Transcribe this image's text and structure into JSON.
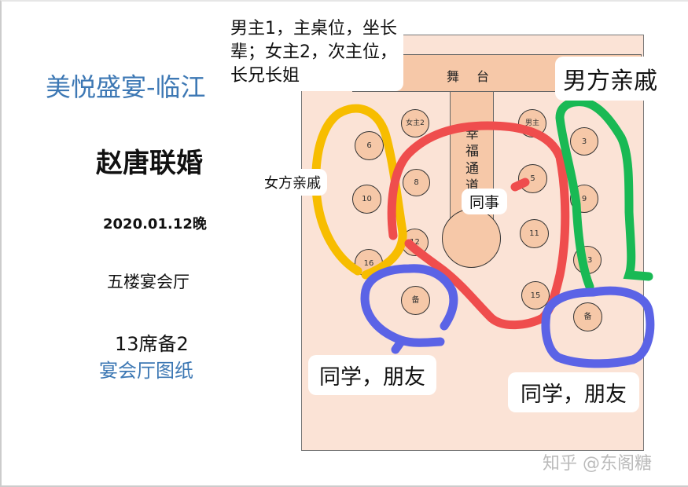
{
  "left_panel": {
    "venue_title": "美悦盛宴-临江",
    "couple_title": "赵唐联婚",
    "date": "2020.01.12晚",
    "floor": "五楼宴会厅",
    "table_count": "13席备2",
    "plan_label": "宴会厅图纸"
  },
  "floor_plan": {
    "stage_label": "舞台",
    "aisle_label": "幸福通道",
    "tables": [
      {
        "id": "bride-host",
        "label": "女主2"
      },
      {
        "id": "groom-host",
        "label": "男主"
      },
      {
        "id": "t6",
        "label": "6"
      },
      {
        "id": "t10",
        "label": "10"
      },
      {
        "id": "t8",
        "label": "8"
      },
      {
        "id": "t12",
        "label": "12"
      },
      {
        "id": "t16",
        "label": "16"
      },
      {
        "id": "t5",
        "label": "5"
      },
      {
        "id": "t11",
        "label": "11"
      },
      {
        "id": "t15",
        "label": "15"
      },
      {
        "id": "t3",
        "label": "3"
      },
      {
        "id": "t9",
        "label": "9"
      },
      {
        "id": "t13",
        "label": "13"
      },
      {
        "id": "spare-left",
        "label": "备"
      },
      {
        "id": "spare-right",
        "label": "备"
      }
    ]
  },
  "annotations": {
    "host_note": "男主1，主桌位，坐长辈；女主2，次主位，长兄长姐",
    "host_note_lines": [
      "男主1，主桌位，坐长",
      "辈；女主2，次主位，",
      "长兄长姐"
    ],
    "bride_relatives": "女方亲戚",
    "groom_relatives": "男方亲戚",
    "colleagues": "同事",
    "friends_left": "同学，朋友",
    "friends_right": "同学，朋友"
  },
  "colors": {
    "title_blue": "#3d78b4",
    "hall_bg": "#fbe3d6",
    "table_fill": "#f6c8a8",
    "stroke_yellow": "#f7bd00",
    "stroke_red": "#ef4d4d",
    "stroke_green": "#19b954",
    "stroke_blue": "#5b63e6"
  },
  "watermark": "知乎 @东阁糖"
}
